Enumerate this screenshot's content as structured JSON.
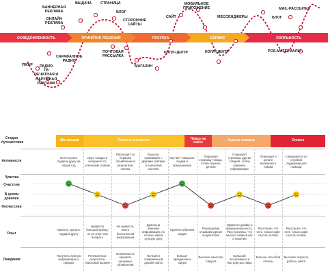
{
  "journey_map": {
    "stages": [
      {
        "label": "ОСВЕДОМЛЕННОСТЬ",
        "color": "#e8343f"
      },
      {
        "label": "ПРИНЯТИЕ РЕШЕНИЯ",
        "color": "#f0842c"
      },
      {
        "label": "ПОКУПКА",
        "color": "#ee6a2e"
      },
      {
        "label": "СЕРВИС",
        "color": "#f7a821"
      },
      {
        "label": "ЛОЯЛЬНОСТЬ",
        "color": "#e42c47"
      }
    ],
    "touchpoints": [
      {
        "text": "БАННЕРНАЯ\nРЕКЛАМА"
      },
      {
        "text": "ВЫДАЧА"
      },
      {
        "text": "СТРАНИЦА"
      },
      {
        "text": "БЛОГ"
      },
      {
        "text": "ОНЛАЙН\nРЕКЛАМА"
      },
      {
        "text": "СТОРОННИЕ\nСАЙТЫ"
      },
      {
        "text": "МОБИЛЬНОЕ\nПРИЛОЖЕНИЕ"
      },
      {
        "text": "САЙТ"
      },
      {
        "text": "МЕССЕНДЖЕРЫ"
      },
      {
        "text": "MAIL-РАССЫЛКА"
      },
      {
        "text": "БЛОГ"
      },
      {
        "text": "ПМАР"
      },
      {
        "text": "РАДИО\nТВ\nПЕЧАТНАЯ И\nНАРУЖНАЯ\nРЕКЛАМА"
      },
      {
        "text": "САРАФАННОЕ\nРАДИО"
      },
      {
        "text": "ПОЧТОВАЯ\nРАССЫЛКА"
      },
      {
        "text": "МАГАЗИН"
      },
      {
        "text": "КОЛЛ-ЦЕНТР"
      },
      {
        "text": "КОЛЛ-ЦЕНТР"
      },
      {
        "text": "POS-МАТЕРИАЛЫ"
      }
    ]
  },
  "table": {
    "row_labels": {
      "stages": "Стадии\nпутешествия",
      "activity": "Активности",
      "feelings": "Чувства",
      "happy": "Счастлив",
      "neutral": "В целом\nдоволен",
      "unhappy": "Несчастлив",
      "experience": "Опыт",
      "expectations": "Ожидания"
    },
    "headers": [
      {
        "label": "Мотивация",
        "color": "#f7b318"
      },
      {
        "label": "Поиск в интернете",
        "color": "#fbc12b"
      },
      {
        "label": "Поиск на\nсайте",
        "color": "#e63b3c"
      },
      {
        "label": "Оценка товаров",
        "color": "#f4a86a"
      },
      {
        "label": "Оплата",
        "color": "#e02436"
      }
    ],
    "activities": [
      "Хочет купить подарок другу на новый год",
      "Идет товары в интернете по ключевым словам",
      "Переходит по первому объявлению в результатах поиска",
      "Еще раз сравнивает с другими сайтами в поисковой системе",
      "Изучает товарные скидки и предложения",
      "Открывает страницу товара, чтобы изучить детали",
      "Открывает страницы других товаров, чтобы сравнить информацию",
      "Переходит к оплате выбранного товара",
      "Связывается со службой поддержки для помощи"
    ],
    "feelings": [
      "happy",
      "neutral",
      "unhappy",
      "neutral",
      "happy",
      "unhappy",
      "neutral",
      "unhappy",
      "neutral"
    ],
    "experiences": [
      "Приятно сделать подарок другу",
      "Нравится большой выбор, но не знает как выбрать",
      "Не нравится, много бесполезной информации",
      "Довольна обилием информации, но сложно найти лучшую цену",
      "Приятно обилием скидок",
      "Разочарован отзывами других покупателей",
      "Нравится дизайн и функциональность. Расстроилась, что многих товаров нет в наличии",
      "Расстроен, что есть только один способ оплаты",
      "Расстроен, что есть только один способ оплаты"
    ],
    "expectations": [
      "Получить нужную информацию о скидках",
      "Релевантные результаты поисковой выдачи",
      "Возможность скрывать ненужные объявления",
      "Полный и современный дизайн сайта",
      "Больше праздничных скидок",
      "Высокое качество товаров",
      "Большой ассортимент и быстрая доставка",
      "Больше способов оплаты",
      "Высокая скорость работы сайта"
    ],
    "emoji_colors": {
      "happy": "#3dac3f",
      "neutral": "#f2c318",
      "unhappy": "#e33b31"
    }
  }
}
